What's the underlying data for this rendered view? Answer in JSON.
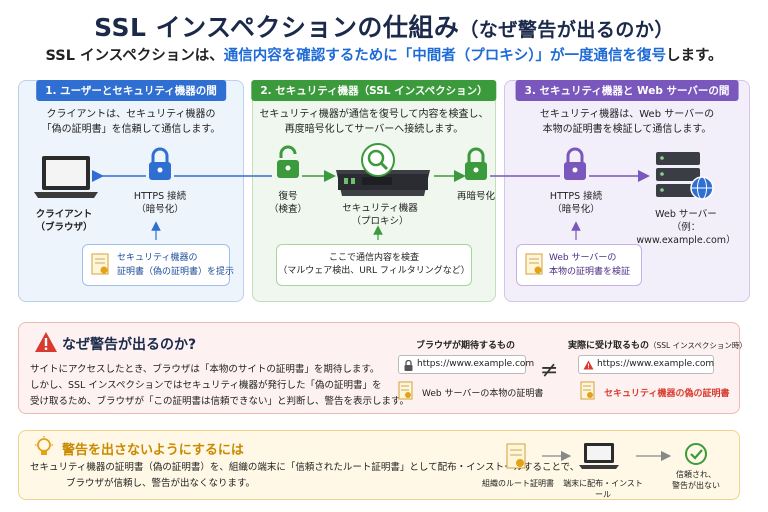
{
  "title": {
    "main": "SSL インスペクションの仕組み",
    "sub": "（なぜ警告が出るのか）"
  },
  "subtitle": {
    "pre": "SSL インスペクションは、",
    "hl1": "通信内容を確認するために「中間者（プロキシ）」が一度通信を復号",
    "post": "します。"
  },
  "panels": [
    {
      "header": "1. ユーザーとセキュリティ機器の間",
      "desc1": "クライアントは、セキュリティ機器の",
      "desc2": "「偽の証明書」を信頼して通信します。"
    },
    {
      "header": "2. セキュリティ機器（SSL インスペクション）",
      "desc1": "セキュリティ機器が通信を復号して内容を検査し、",
      "desc2": "再度暗号化してサーバーへ接続します。"
    },
    {
      "header": "3. セキュリティ機器と Web サーバーの間",
      "desc1": "セキュリティ機器は、Web サーバーの",
      "desc2": "本物の証明書を検証して通信します。"
    }
  ],
  "labels": {
    "client1": "クライアント",
    "client2": "（ブラウザ）",
    "https1a": "HTTPS 接続",
    "https1b": "（暗号化）",
    "decrypt1": "復号",
    "decrypt2": "（検査）",
    "device1": "セキュリティ機器",
    "device2": "（プロキシ）",
    "reencrypt": "再暗号化",
    "https3a": "HTTPS 接続",
    "https3b": "（暗号化）",
    "server1": "Web サーバー",
    "server2": "（例：www.example.com）"
  },
  "notes": {
    "n1a": "セキュリティ機器の",
    "n1b": "証明書（偽の証明書）を提示",
    "n2a": "ここで通信内容を検査",
    "n2b": "（マルウェア検出、URL フィルタリングなど）",
    "n3a": "Web サーバーの",
    "n3b": "本物の証明書を検証"
  },
  "warning": {
    "title": "なぜ警告が出るのか?",
    "line1": "サイトにアクセスしたとき、ブラウザは「本物のサイトの証明書」を期待します。",
    "line2": "しかし、SSL インスペクションではセキュリティ機器が発行した「偽の証明書」を",
    "line3": "受け取るため、ブラウザが「この証明書は信頼できない」と判断し、警告を表示します。",
    "expect_title": "ブラウザが期待するもの",
    "expect_url": "https://www.example.com",
    "expect_cert": "Web サーバーの本物の証明書",
    "neq": "≠",
    "actual_title": "実際に受け取るもの",
    "actual_sub": "（SSL インスペクション時）",
    "actual_url": "https://www.example.com",
    "actual_cert": "セキュリティ機器の偽の証明書"
  },
  "hint": {
    "title": "警告を出さないようにするには",
    "line1": "セキュリティ機器の証明書（偽の証明書）を、組織の端末に「信頼されたルート証明書」として配布・インストールすることで、",
    "line2": "ブラウザが信頼し、警告が出なくなります。",
    "step1": "組織のルート証明書",
    "step2": "端末に配布・インストール",
    "step3a": "信頼され、",
    "step3b": "警告が出ない"
  },
  "colors": {
    "blue": "#2f6fd2",
    "green": "#3b9a3b",
    "purple": "#7a57bd",
    "red": "#d93a2f",
    "orange": "#e2a21a"
  }
}
